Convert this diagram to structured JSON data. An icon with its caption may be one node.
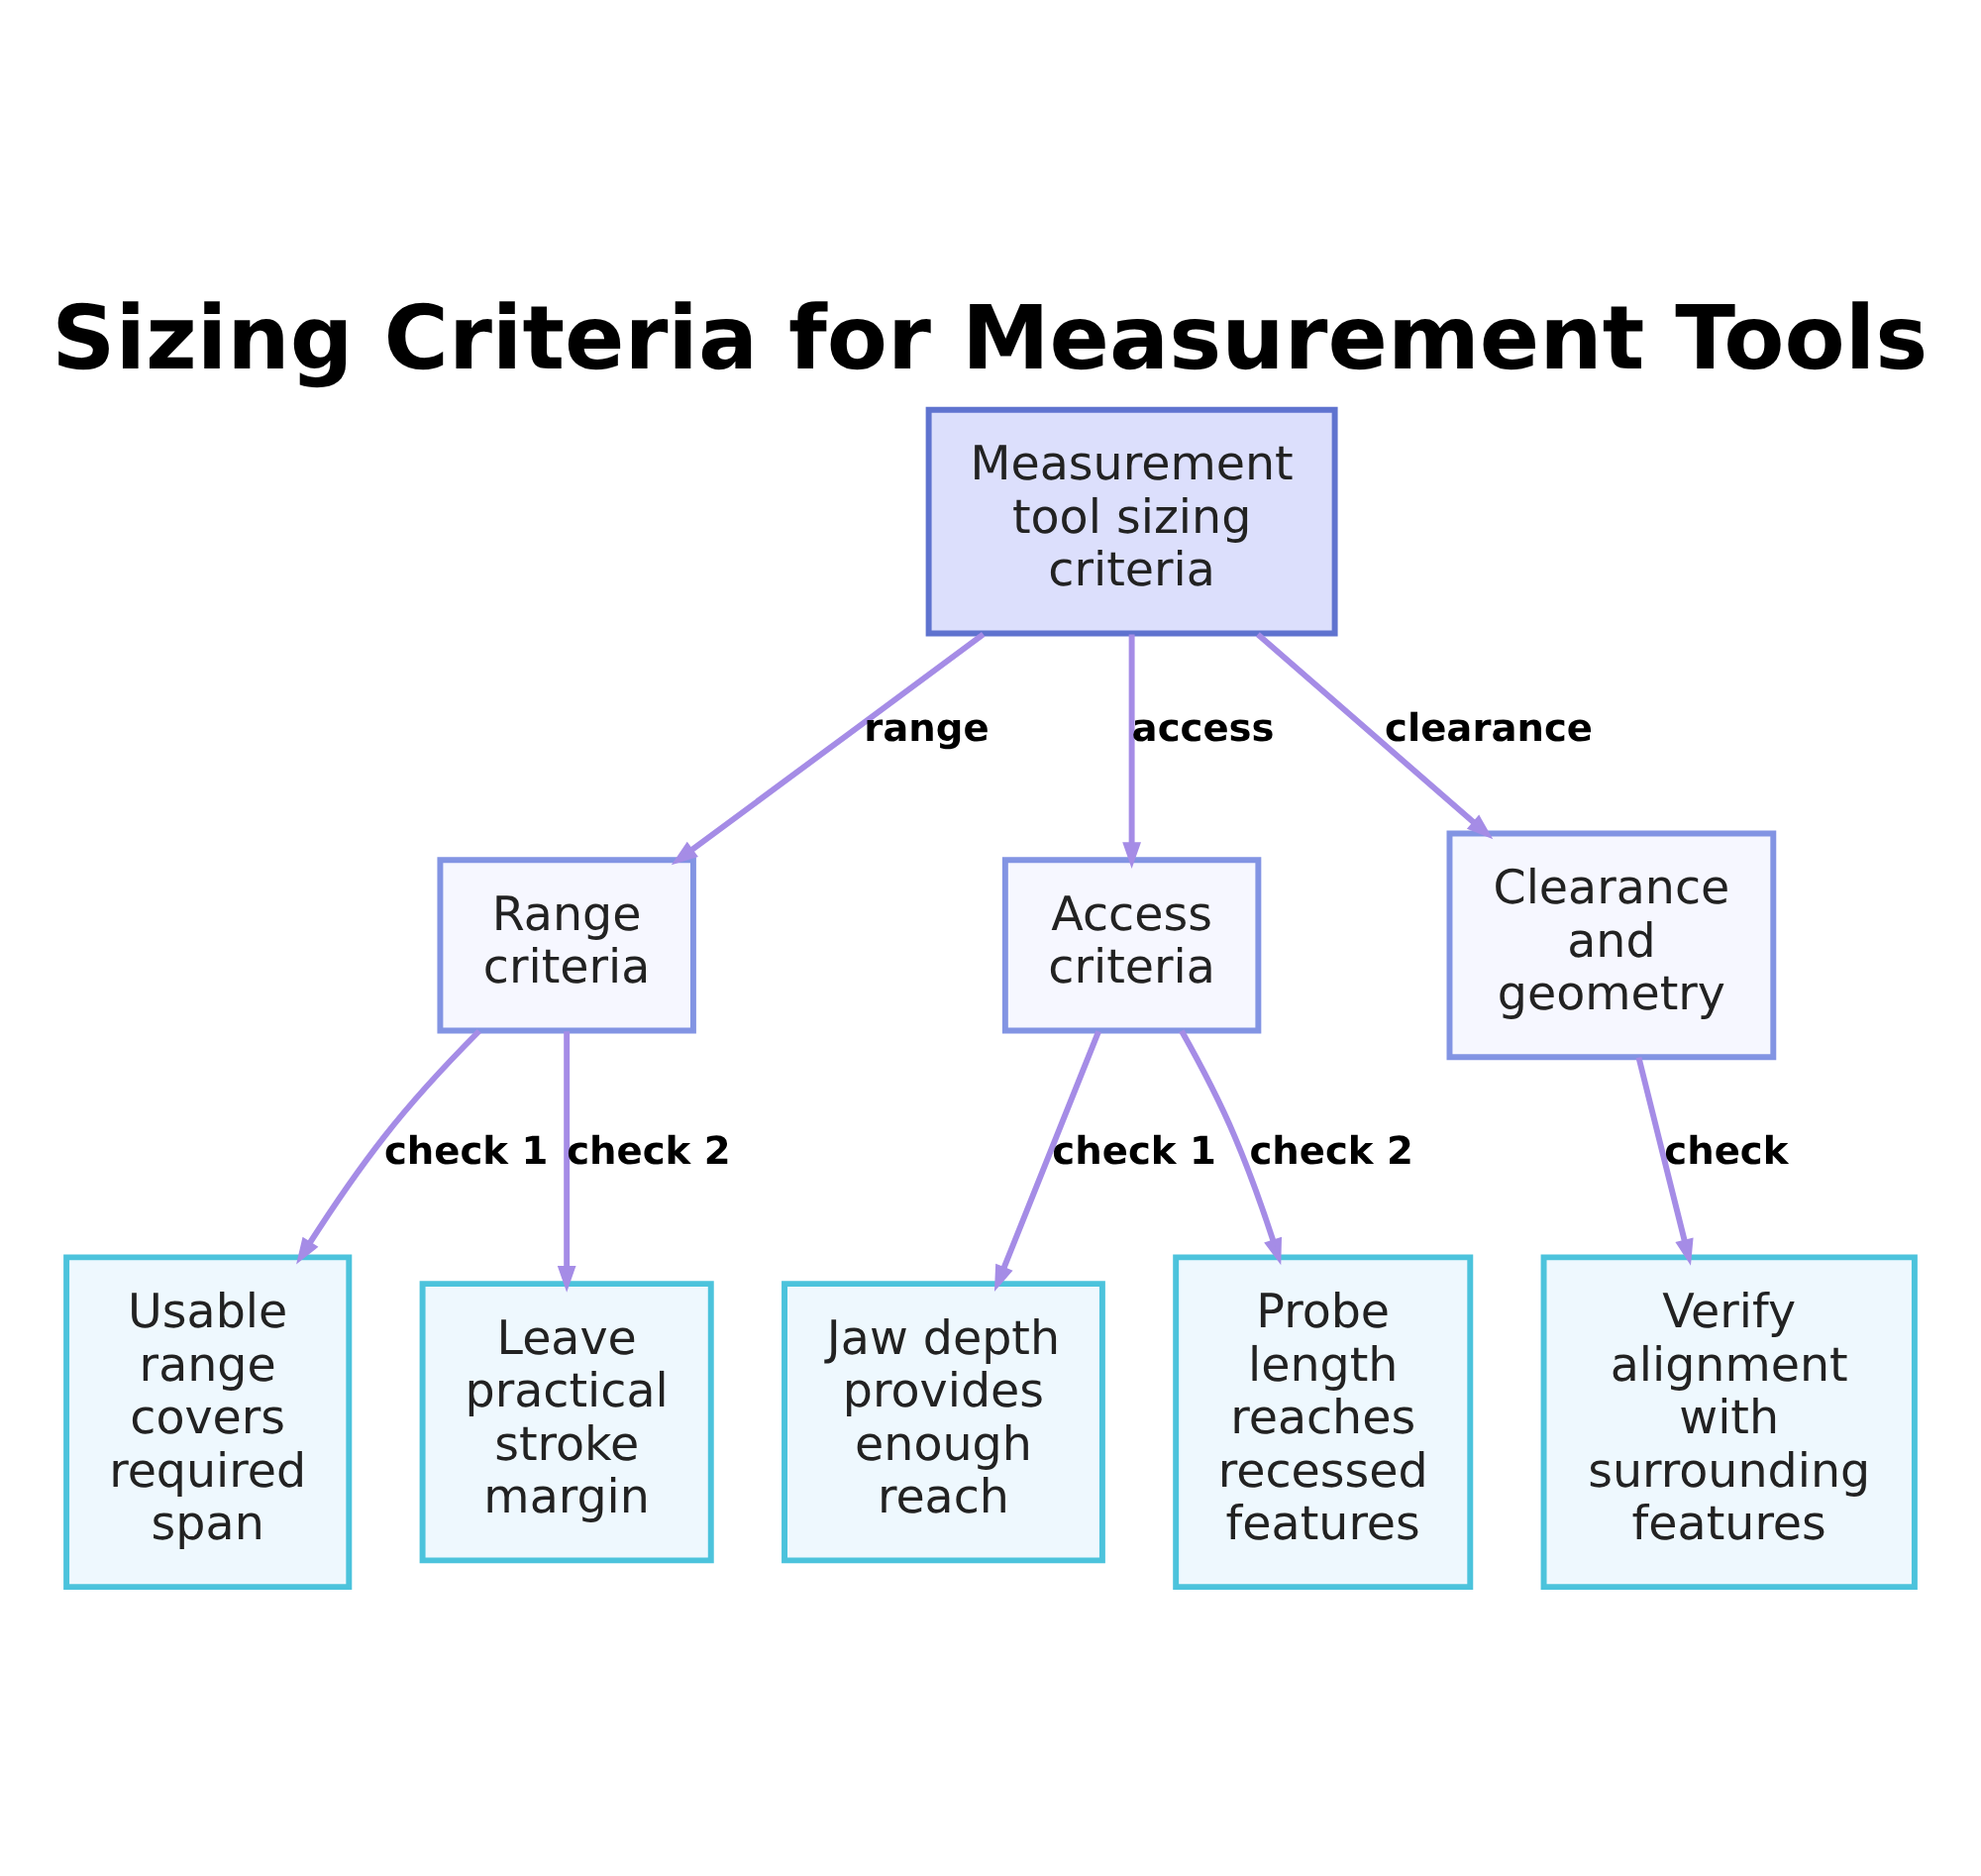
{
  "diagram": {
    "title": "Sizing Criteria for Measurement Tools",
    "nodes": [
      {
        "text": [
          "Measurement tool sizing criteria"
        ]
      },
      {
        "text": [
          "Range criteria"
        ]
      },
      {
        "text": [
          "Access criteria"
        ]
      },
      {
        "text": [
          "Clearance and geometry"
        ]
      },
      {
        "text": [
          "Usable range covers required span"
        ]
      },
      {
        "text": [
          "Leave practical stroke margin"
        ]
      },
      {
        "text": [
          "Jaw depth provides enough reach"
        ]
      },
      {
        "text": [
          "Probe length reaches recessed features"
        ]
      },
      {
        "text": [
          "Verify alignment with surrounding features"
        ]
      }
    ],
    "edges": [
      {
        "from": 0,
        "to": 1,
        "arrow": "to",
        "label": "range"
      },
      {
        "from": 0,
        "to": 2,
        "arrow": "to",
        "label": "access"
      },
      {
        "from": 0,
        "to": 3,
        "arrow": "to",
        "label": "clearance"
      },
      {
        "from": 1,
        "to": 4,
        "arrow": "to",
        "label": "check 1"
      },
      {
        "from": 1,
        "to": 5,
        "arrow": "to",
        "label": "check 2"
      },
      {
        "from": 2,
        "to": 6,
        "arrow": "to",
        "label": "check 1"
      },
      {
        "from": 2,
        "to": 7,
        "arrow": "to",
        "label": "check 2"
      },
      {
        "from": 3,
        "to": 8,
        "arrow": "to",
        "label": "check"
      }
    ]
  }
}
